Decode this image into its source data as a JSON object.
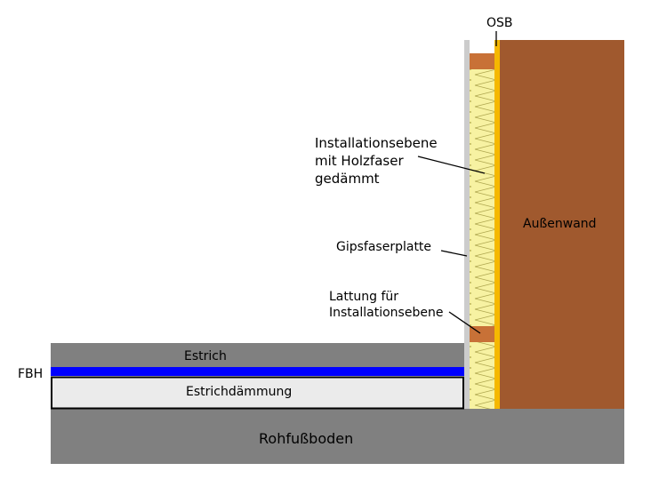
{
  "labels": {
    "osb": "OSB",
    "installation_line1": "Installationsebene",
    "installation_line2": "mit Holzfaser",
    "installation_line3": "gedämmt",
    "gipsfaserplatte": "Gipsfaserplatte",
    "lattung_line1": "Lattung für",
    "lattung_line2": "Installationsebene",
    "aussenwand": "Außenwand",
    "estrich": "Estrich",
    "fbh": "FBH",
    "estrichdaemmung": "Estrichdämmung",
    "rohfussboden": "Rohfußboden"
  },
  "colors": {
    "wall": "#a0592e",
    "osb": "#f5b800",
    "insulation": "#f7f2a2",
    "lath": "#c87137",
    "gips": "#cccccc",
    "concrete": "#808080",
    "fbh": "#0000ff",
    "floor_insulation": "#ebebeb"
  }
}
